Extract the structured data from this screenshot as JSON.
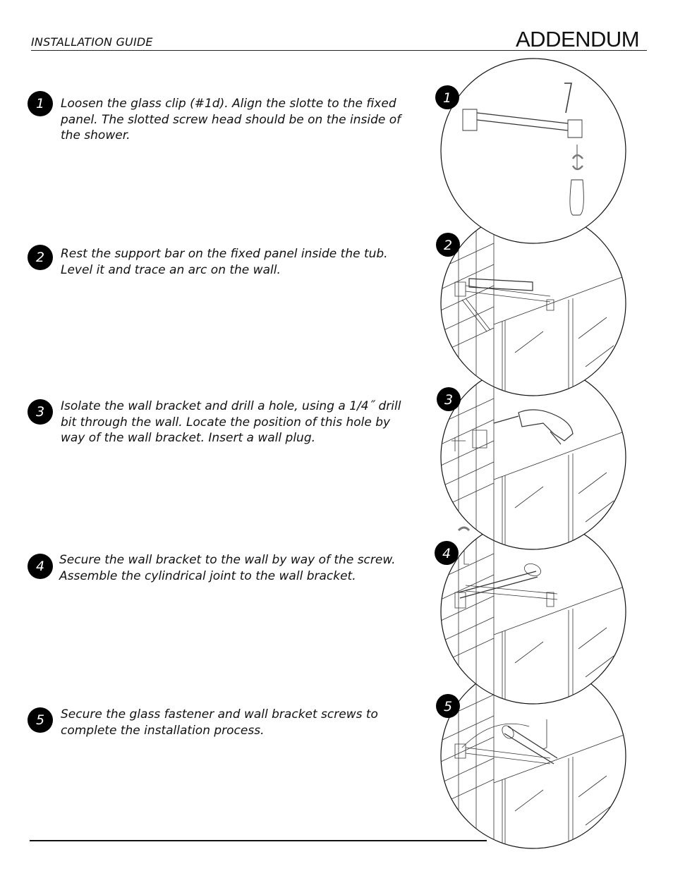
{
  "header": {
    "left": "INSTALLATION GUIDE",
    "right": "ADDENDUM"
  },
  "steps": [
    {
      "number": "1",
      "text": "Loosen the glass clip (#1d). Align the slotte to the fixed panel. The slotted screw head should be on the inside of the shower."
    },
    {
      "number": "2",
      "text": "Rest the support bar on the fixed panel inside the tub. Level it and trace an arc on the wall."
    },
    {
      "number": "3",
      "text": "Isolate the wall bracket and drill a hole, using a 1/4˝ drill bit through the wall. Locate the position of this hole by way of the wall bracket. Insert a wall plug."
    },
    {
      "number": "4",
      "text": "Secure the wall bracket to the wall by way of the screw. Assemble the cylindrical joint to the wall bracket."
    },
    {
      "number": "5",
      "text": "Secure the glass fastener and wall bracket screws to complete the installation process."
    }
  ]
}
